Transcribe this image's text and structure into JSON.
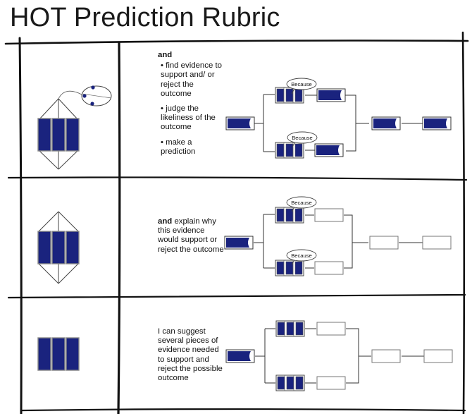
{
  "title": "HOT Prediction Rubric",
  "levels": [
    {
      "lead": "and",
      "bullets": [
        "• find evidence to support and/ or reject the outcome",
        "• judge the likeliness of the outcome",
        "• make a prediction"
      ],
      "because_label": "Because"
    },
    {
      "lead": "and",
      "text": "explain why this evidence would support or reject the outcome",
      "because_label": "Because"
    },
    {
      "text": "I can suggest several pieces of evidence needed to support and reject the possible outcome"
    }
  ],
  "colors": {
    "box": "#1a237e",
    "line": "#222222"
  }
}
